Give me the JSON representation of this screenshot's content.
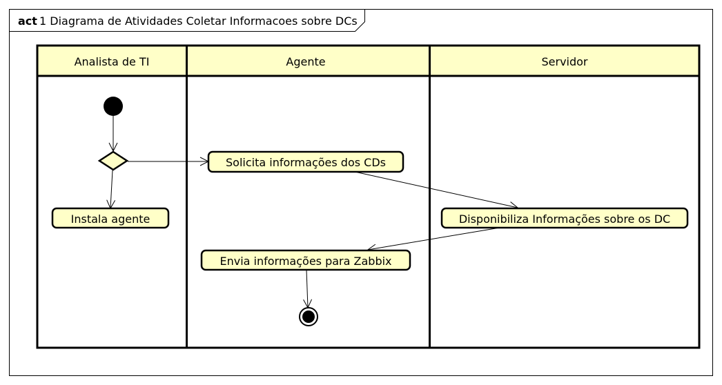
{
  "frame": {
    "keyword": "act",
    "title": "1 Diagrama de Atividades Coletar Informacoes sobre DCs"
  },
  "lanes": [
    {
      "id": "analista",
      "label": "Analista de TI"
    },
    {
      "id": "agente",
      "label": "Agente"
    },
    {
      "id": "servidor",
      "label": "Servidor"
    }
  ],
  "nodes": {
    "initial": {
      "kind": "initial"
    },
    "decision": {
      "kind": "decision"
    },
    "instala": {
      "kind": "action",
      "label": "Instala agente"
    },
    "solicita": {
      "kind": "action",
      "label": "Solicita informações dos CDs"
    },
    "disponibiliza": {
      "kind": "action",
      "label": "Disponibiliza Informações sobre os DC"
    },
    "envia": {
      "kind": "action",
      "label": "Envia informações para Zabbix"
    },
    "final": {
      "kind": "final"
    }
  },
  "edges": [
    {
      "from": "initial",
      "to": "decision"
    },
    {
      "from": "decision",
      "to": "solicita"
    },
    {
      "from": "decision",
      "to": "instala"
    },
    {
      "from": "solicita",
      "to": "disponibiliza"
    },
    {
      "from": "disponibiliza",
      "to": "envia"
    },
    {
      "from": "envia",
      "to": "final"
    }
  ],
  "colors": {
    "lane_fill": "#ffffc8",
    "node_fill": "#ffffc8",
    "stroke": "#000000"
  }
}
